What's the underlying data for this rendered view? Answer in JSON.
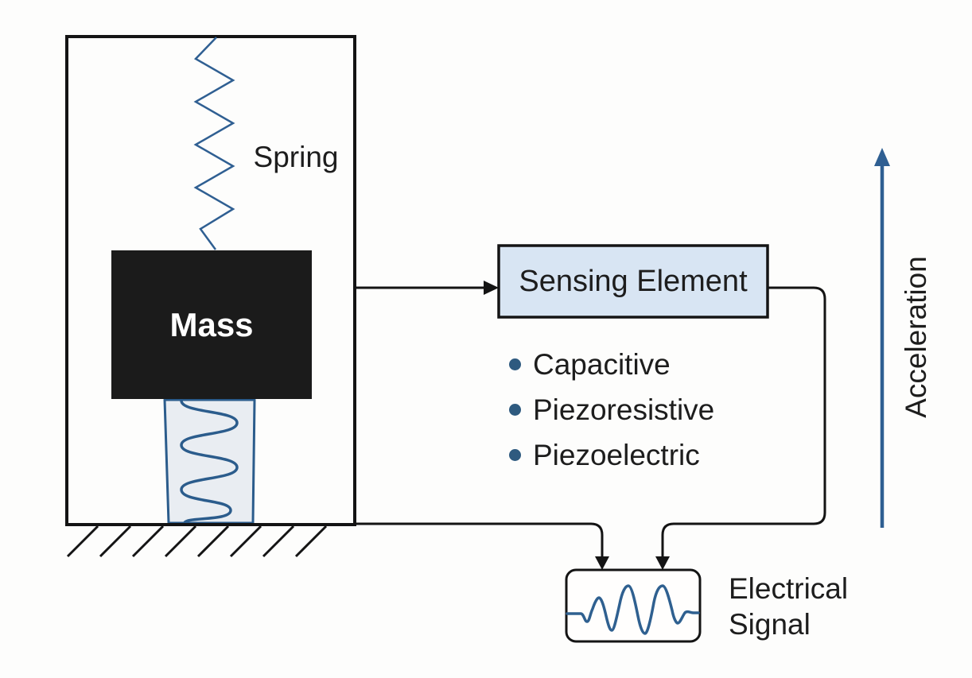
{
  "labels": {
    "spring": "Spring",
    "mass": "Mass",
    "sensing_element": "Sensing Element",
    "electrical_signal": "Electrical Signal",
    "acceleration": "Acceleration"
  },
  "sensing_types": [
    "Capacitive",
    "Piezoresistive",
    "Piezoelectric"
  ],
  "colors": {
    "line_blue": "#2f5f92",
    "bullet_blue": "#2e5a7f",
    "sensing_box_fill": "#d8e5f3",
    "damper_fill": "#e9edf2",
    "mass_fill": "#1b1b1b",
    "outline_black": "#141414",
    "background": "#fdfdfc"
  }
}
